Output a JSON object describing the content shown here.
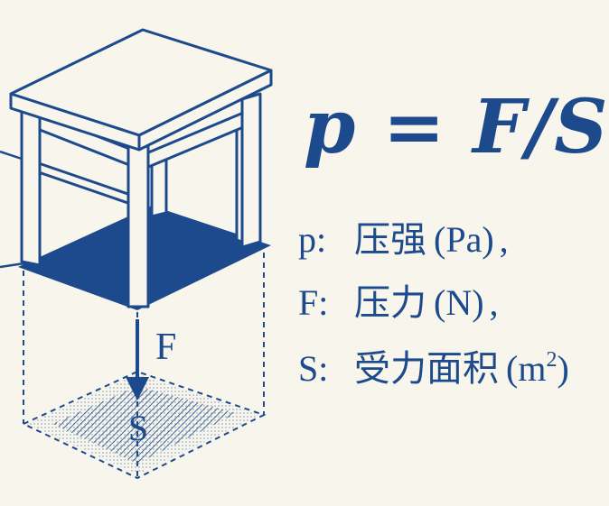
{
  "diagram": {
    "formula": "p = F/S",
    "force_label": "F",
    "area_label": "S",
    "legend": [
      {
        "symbol": "p:",
        "description": "压强",
        "unit": "(Pa)",
        "separator": ","
      },
      {
        "symbol": "F:",
        "description": "压力",
        "unit": "(N)",
        "separator": ","
      },
      {
        "symbol": "S:",
        "description": "受力面积",
        "unit": "(m",
        "unit_sup": "2",
        "unit_close": ")",
        "separator": ""
      }
    ]
  },
  "colors": {
    "ink": "#1c4a8c",
    "paper": "#f7f5ec"
  }
}
